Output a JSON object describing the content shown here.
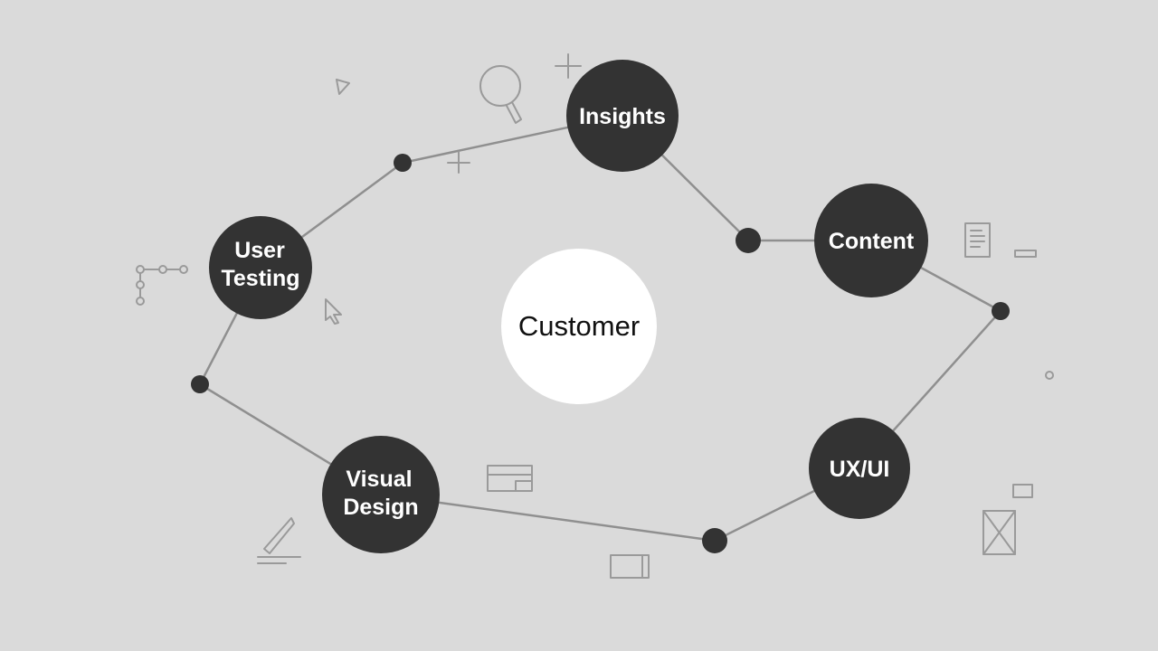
{
  "diagram": {
    "center": {
      "label": "Customer"
    },
    "stages": [
      {
        "id": "insights",
        "lines": [
          "Insights"
        ]
      },
      {
        "id": "content",
        "lines": [
          "Content"
        ]
      },
      {
        "id": "ux-ui",
        "lines": [
          "UX/UI"
        ]
      },
      {
        "id": "visual-design",
        "lines": [
          "Visual",
          "Design"
        ]
      },
      {
        "id": "user-testing",
        "lines": [
          "User",
          "Testing"
        ]
      }
    ],
    "icons": [
      "magnifier-icon",
      "plus-icon",
      "plus-icon",
      "triangle-icon",
      "cursor-icon",
      "flowchart-icon",
      "pencil-icon",
      "window-icon",
      "browser-icon",
      "document-icon",
      "dash-icon",
      "circle-icon",
      "image-placeholder-icon",
      "small-window-icon"
    ],
    "colors": {
      "background": "#dadada",
      "node": "#333333",
      "center": "#ffffff",
      "connector": "#8f8f8f",
      "sketch": "#9a9a9a"
    }
  }
}
